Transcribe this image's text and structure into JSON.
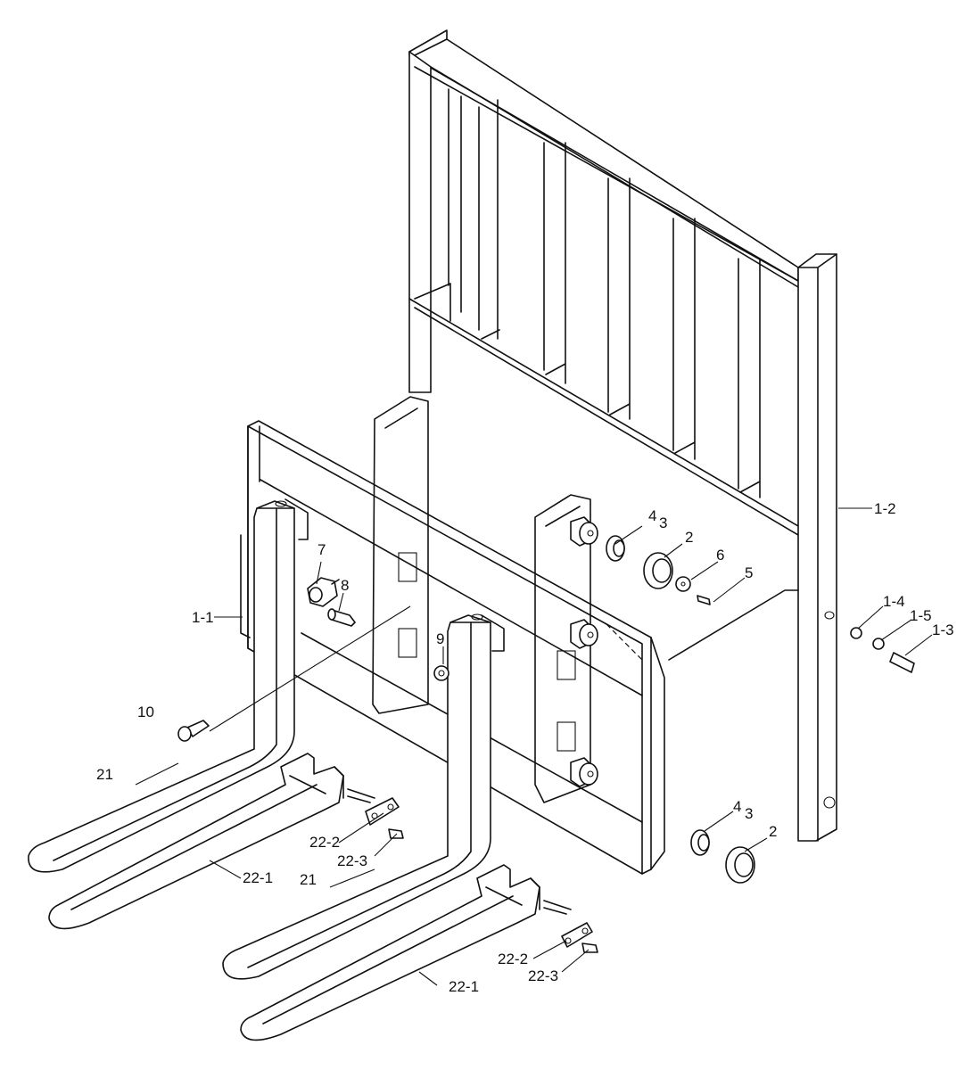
{
  "diagram": {
    "type": "exploded parts diagram",
    "labels": {
      "l_1_1": "1-1",
      "l_1_2": "1-2",
      "l_1_3": "1-3",
      "l_1_4": "1-4",
      "l_1_5": "1-5",
      "l_2a": "2",
      "l_2b": "2",
      "l_3a": "3",
      "l_3b": "3",
      "l_4a": "4",
      "l_4b": "4",
      "l_5": "5",
      "l_6": "6",
      "l_7": "7",
      "l_8": "8",
      "l_9": "9",
      "l_10": "10",
      "l_21a": "21",
      "l_21b": "21",
      "l_22_1a": "22-1",
      "l_22_1b": "22-1",
      "l_22_2a": "22-2",
      "l_22_2b": "22-2",
      "l_22_3a": "22-3",
      "l_22_3b": "22-3"
    }
  }
}
